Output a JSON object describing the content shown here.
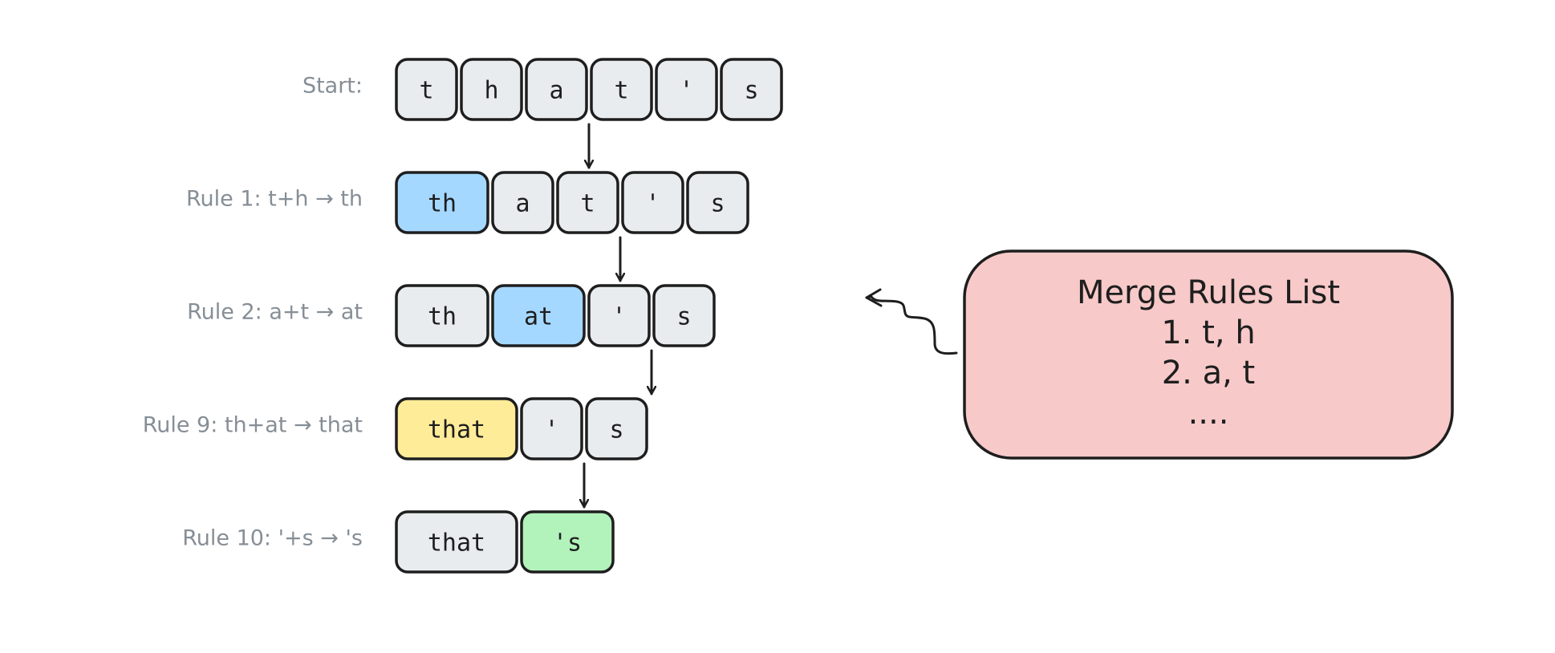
{
  "colors": {
    "default": "#e9ecef",
    "rule": "#a5d8ff",
    "merged": "#ffec99",
    "final": "#b2f2bb",
    "note_fill": "#f8c9c9",
    "stroke": "#1e1e1e",
    "label": "#868e96"
  },
  "rows": [
    {
      "label": "Start:",
      "tokens": [
        {
          "text": "t",
          "tone": "default"
        },
        {
          "text": "h",
          "tone": "default"
        },
        {
          "text": "a",
          "tone": "default"
        },
        {
          "text": "t",
          "tone": "default"
        },
        {
          "text": "'",
          "tone": "default"
        },
        {
          "text": "s",
          "tone": "default"
        }
      ]
    },
    {
      "label": "Rule 1: t+h → th",
      "tokens": [
        {
          "text": "th",
          "tone": "rule"
        },
        {
          "text": "a",
          "tone": "default"
        },
        {
          "text": "t",
          "tone": "default"
        },
        {
          "text": "'",
          "tone": "default"
        },
        {
          "text": "s",
          "tone": "default"
        }
      ]
    },
    {
      "label": "Rule 2: a+t → at",
      "tokens": [
        {
          "text": "th",
          "tone": "default"
        },
        {
          "text": "at",
          "tone": "rule"
        },
        {
          "text": "'",
          "tone": "default"
        },
        {
          "text": "s",
          "tone": "default"
        }
      ]
    },
    {
      "label": "Rule 9: th+at → that",
      "tokens": [
        {
          "text": "that",
          "tone": "merged"
        },
        {
          "text": "'",
          "tone": "default"
        },
        {
          "text": "s",
          "tone": "default"
        }
      ]
    },
    {
      "label": "Rule 10: '+s → 's",
      "tokens": [
        {
          "text": "that",
          "tone": "default"
        },
        {
          "text": "'s",
          "tone": "final"
        }
      ]
    }
  ],
  "rules_box": {
    "lines": [
      "Merge Rules List",
      "1. t, h",
      "2. a, t",
      "...."
    ]
  }
}
